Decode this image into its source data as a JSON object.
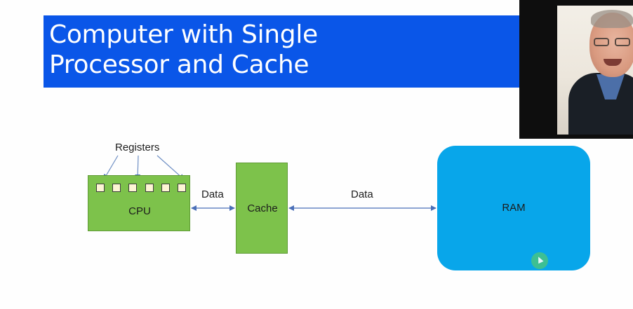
{
  "slide": {
    "title_line1": "Computer with Single",
    "title_line2": "Processor and Cache"
  },
  "diagram": {
    "registers_label": "Registers",
    "cpu_label": "CPU",
    "cache_label": "Cache",
    "ram_label": "RAM",
    "data_label_left": "Data",
    "data_label_right": "Data"
  },
  "colors": {
    "title_bg": "#0a56e8",
    "green_box": "#7dc24b",
    "ram_box": "#08a6ea",
    "cursor": "#43c28a"
  },
  "icons": {
    "cursor": "mouse-pointer-icon"
  }
}
